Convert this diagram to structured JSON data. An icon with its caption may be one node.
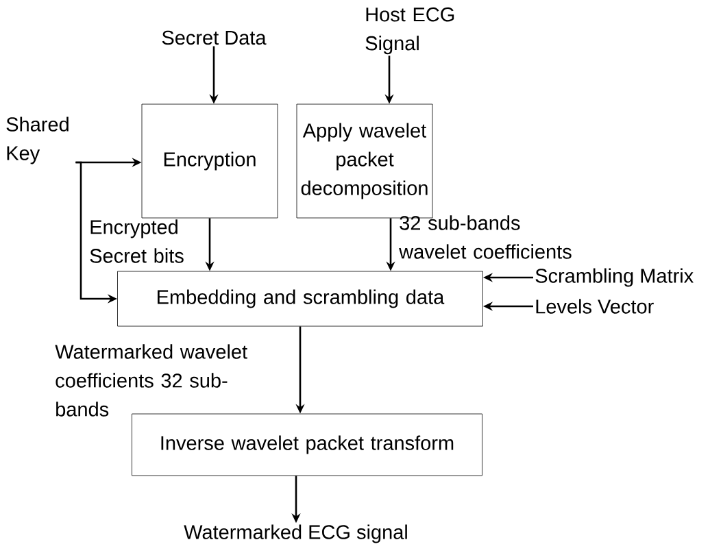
{
  "diagram": {
    "nodes": [
      {
        "text": [
          "Secret Data"
        ]
      },
      {
        "text": [
          "Host ECG Signal"
        ]
      },
      {
        "text": [
          "Shared Key"
        ]
      },
      {
        "text": [
          "Encryption"
        ]
      },
      {
        "text": [
          "Apply wavelet packet decomposition"
        ]
      },
      {
        "text": [
          "Embedding and scrambling data"
        ]
      },
      {
        "text": [
          "Scrambling Matrix"
        ]
      },
      {
        "text": [
          "Levels Vector"
        ]
      },
      {
        "text": [
          "Inverse wavelet packet transform"
        ]
      },
      {
        "text": [
          "Watermarked ECG signal"
        ]
      }
    ],
    "edges": [
      {
        "from": 0,
        "to": 3,
        "arrow": "to"
      },
      {
        "from": 1,
        "to": 4,
        "arrow": "to"
      },
      {
        "from": 2,
        "to": 3,
        "arrow": "to"
      },
      {
        "from": 2,
        "to": 5,
        "arrow": "to"
      },
      {
        "from": 3,
        "to": 5,
        "arrow": "to",
        "label": "Encrypted Secret bits"
      },
      {
        "from": 4,
        "to": 5,
        "arrow": "to",
        "label": "32 sub-bands wavelet coefficients"
      },
      {
        "from": 6,
        "to": 5,
        "arrow": "to"
      },
      {
        "from": 7,
        "to": 5,
        "arrow": "to"
      },
      {
        "from": 5,
        "to": 8,
        "arrow": "to",
        "label": "Watermarked wavelet coefficients 32 sub-bands"
      },
      {
        "from": 8,
        "to": 9,
        "arrow": "to"
      }
    ]
  }
}
